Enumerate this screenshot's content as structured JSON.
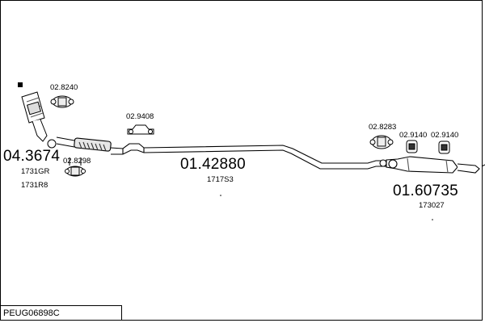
{
  "reference": "PEUG06898C",
  "parts": {
    "catalyst": {
      "code": "04.3674",
      "sub1": "1731GR",
      "sub2": "1731R8"
    },
    "front_pipe": {
      "code": "01.42880",
      "sub": "1717S3"
    },
    "rear_silencer": {
      "code": "01.60735",
      "sub": "173027"
    }
  },
  "accessories": {
    "clamp_top": "02.8240",
    "clamp_front": "02.8298",
    "hanger_front": "02.9408",
    "clamp_rear": "02.8283",
    "rubber_1": "02.9140",
    "rubber_2": "02.9140"
  }
}
